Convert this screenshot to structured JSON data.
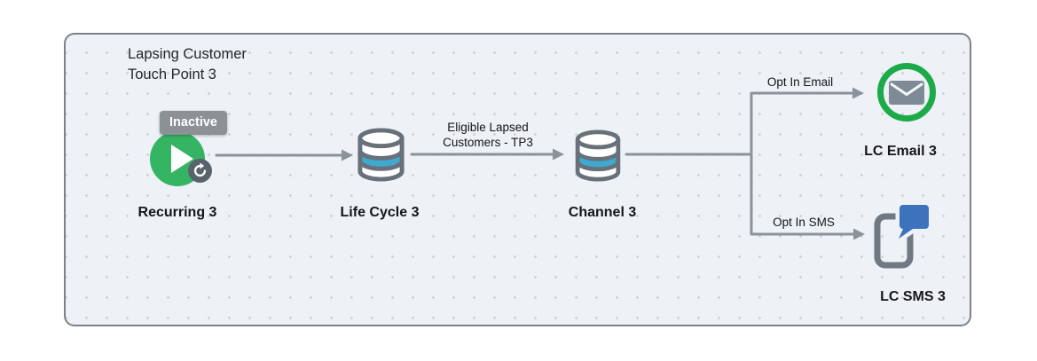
{
  "canvas": {
    "title_line1": "Lapsing Customer",
    "title_line2": "Touch Point 3"
  },
  "nodes": {
    "recurring": {
      "label": "Recurring 3",
      "status_badge": "Inactive",
      "icon": "play-recurring-icon",
      "color": "#35b464"
    },
    "life_cycle": {
      "label": "Life Cycle 3",
      "icon": "database-icon"
    },
    "channel": {
      "label": "Channel 3",
      "icon": "database-icon"
    },
    "lc_email": {
      "label": "LC Email 3",
      "icon": "email-envelope-icon",
      "ring_color": "#1daa49"
    },
    "lc_sms": {
      "label": "LC SMS 3",
      "icon": "sms-phone-bubble-icon",
      "bubble_color": "#3d72bd"
    }
  },
  "edges": {
    "lifecycle_to_channel": {
      "label_line1": "Eligible Lapsed",
      "label_line2": "Customers - TP3"
    },
    "channel_to_email": {
      "label": "Opt In Email"
    },
    "channel_to_sms": {
      "label": "Opt In SMS"
    }
  },
  "colors": {
    "canvas_bg": "#eef1f5",
    "grid_dot": "#c6cbd4",
    "canvas_border": "#7c828b",
    "connector": "#8a929b",
    "icon_gray": "#68707a",
    "db_band_blue": "#3fa9cf",
    "badge_bg": "#8c9196",
    "node_green": "#35b464",
    "ring_green": "#1daa49",
    "bubble_blue": "#3d72bd",
    "refresh_bg": "#59636c"
  }
}
